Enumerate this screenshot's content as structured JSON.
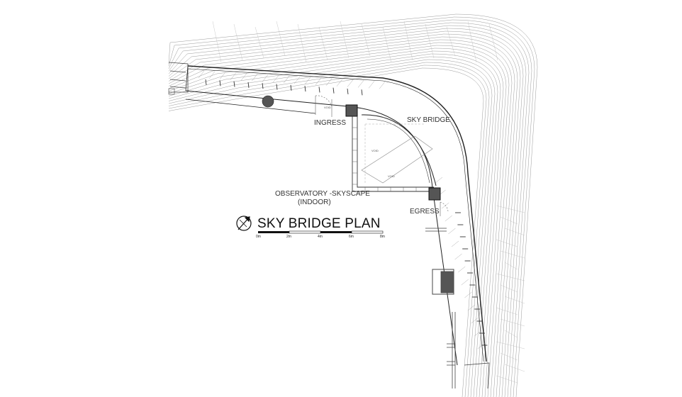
{
  "drawing": {
    "title": "SKY BRIDGE PLAN",
    "labels": {
      "ingress": "INGRESS",
      "sky_bridge": "SKY BRIDGE",
      "observatory_line1": "OBSERVATORY -SKYSCAPE",
      "observatory_line2": "(INDOOR)",
      "egress": "EGRESS",
      "void_1": "VOID",
      "void_2": "VOID",
      "void_3": "VOID"
    },
    "scale_bar": {
      "ticks": [
        "0m",
        "2m",
        "4m",
        "6m",
        "8m"
      ]
    },
    "icons": [
      "north-arrow-icon"
    ]
  }
}
